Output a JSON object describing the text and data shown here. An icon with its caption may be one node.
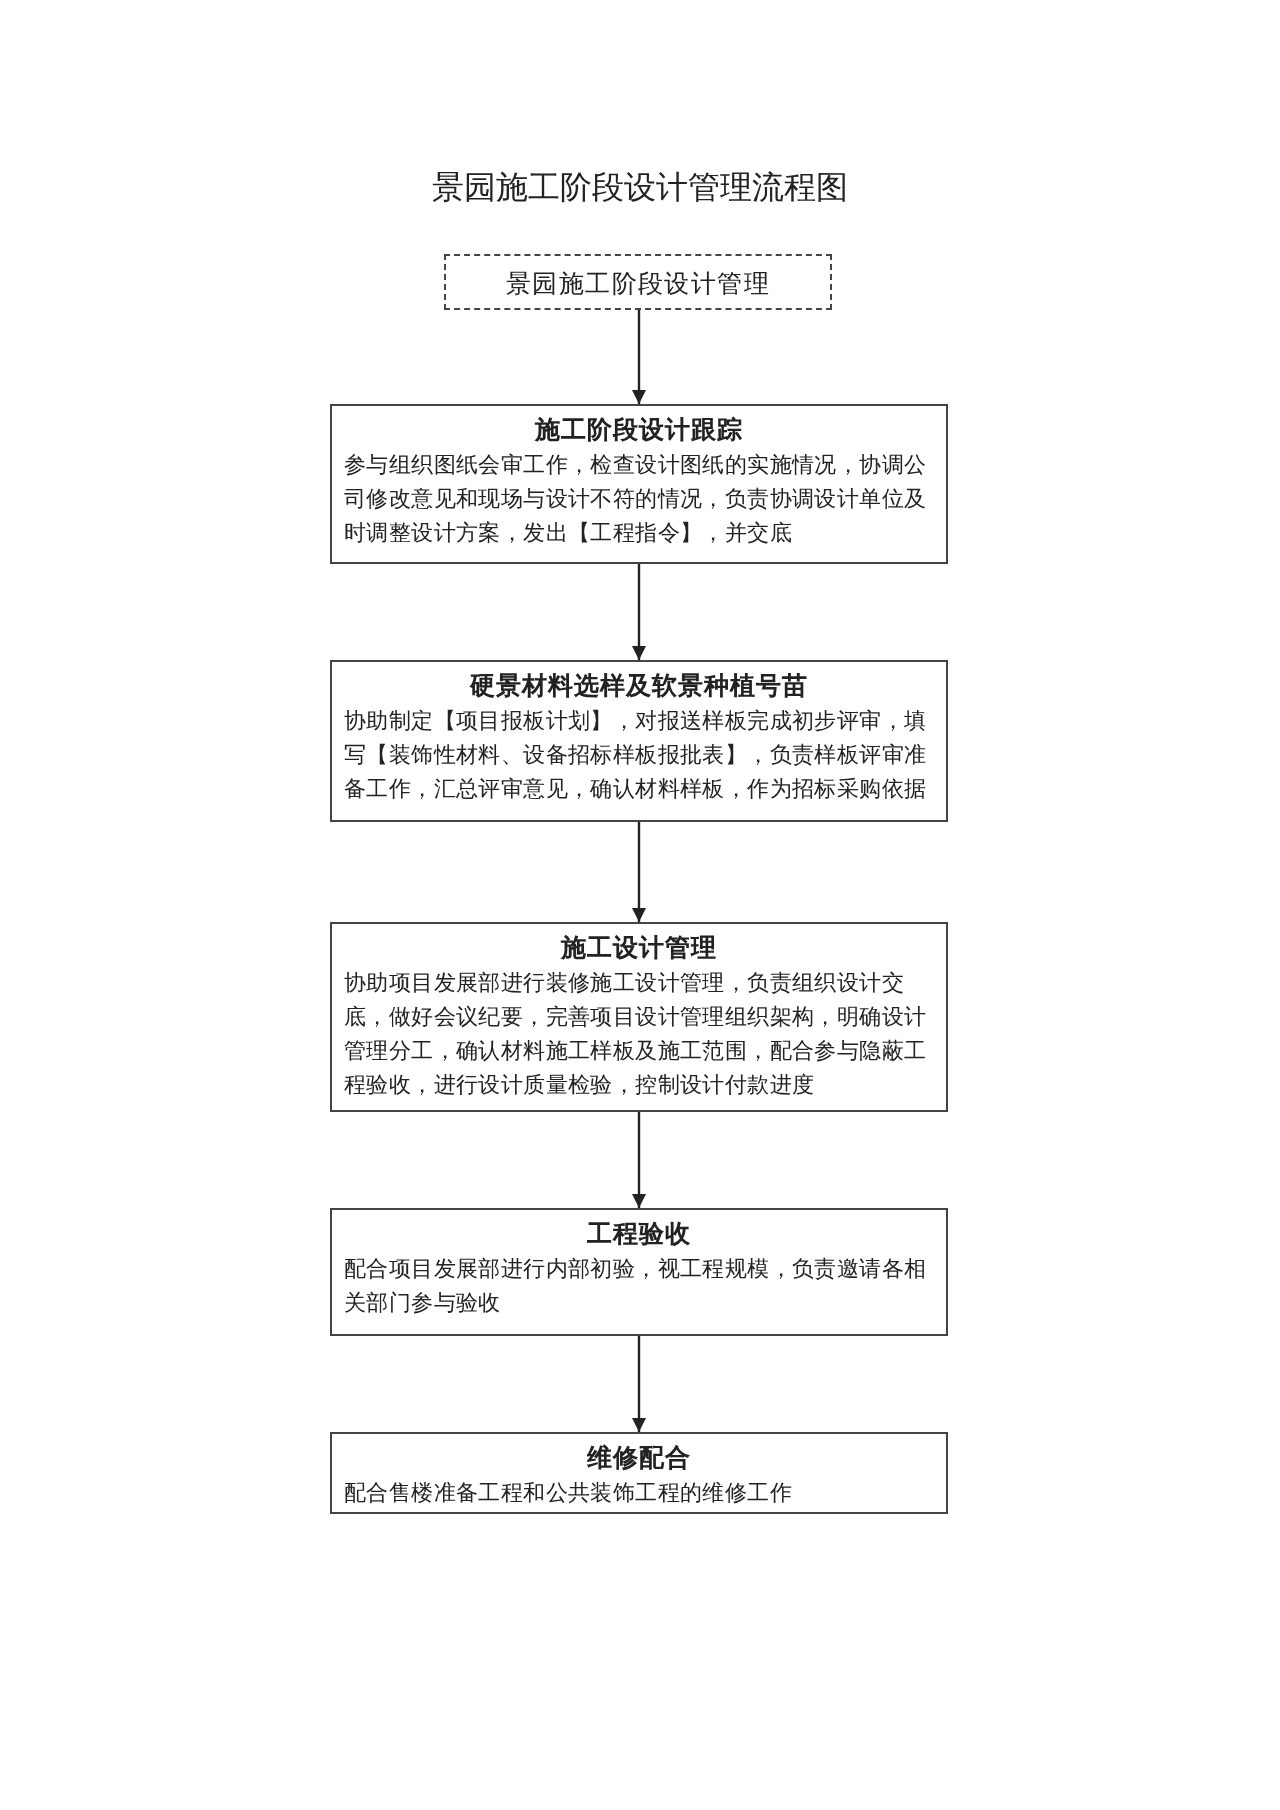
{
  "diagram": {
    "title": "景园施工阶段设计管理流程图",
    "nodes": [
      {
        "text": [
          "景园施工阶段设计管理"
        ]
      },
      {
        "text": [
          "施工阶段设计跟踪",
          "参与组织图纸会审工作，检查设计图纸的实施情况，协调公司修改意见和现场与设计不符的情况，负责协调设计单位及时调整设计方案，发出【工程指令】，并交底"
        ]
      },
      {
        "text": [
          "硬景材料选样及软景种植号苗",
          "协助制定【项目报板计划】，对报送样板完成初步评审，填写【装饰性材料、设备招标样板报批表】，负责样板评审准备工作，汇总评审意见，确认材料样板，作为招标采购依据"
        ]
      },
      {
        "text": [
          "施工设计管理",
          "协助项目发展部进行装修施工设计管理，负责组织设计交底，做好会议纪要，完善项目设计管理组织架构，明确设计管理分工，确认材料施工样板及施工范围，配合参与隐蔽工程验收，进行设计质量检验，控制设计付款进度"
        ]
      },
      {
        "text": [
          "工程验收",
          "配合项目发展部进行内部初验，视工程规模，负责邀请各相关部门参与验收"
        ]
      },
      {
        "text": [
          "维修配合",
          "配合售楼准备工程和公共装饰工程的维修工作"
        ]
      }
    ],
    "edges": [
      {
        "from": 0,
        "to": 1,
        "arrow": "to"
      },
      {
        "from": 1,
        "to": 2,
        "arrow": "to"
      },
      {
        "from": 2,
        "to": 3,
        "arrow": "to"
      },
      {
        "from": 3,
        "to": 4,
        "arrow": "to"
      },
      {
        "from": 4,
        "to": 5,
        "arrow": "to"
      }
    ]
  }
}
